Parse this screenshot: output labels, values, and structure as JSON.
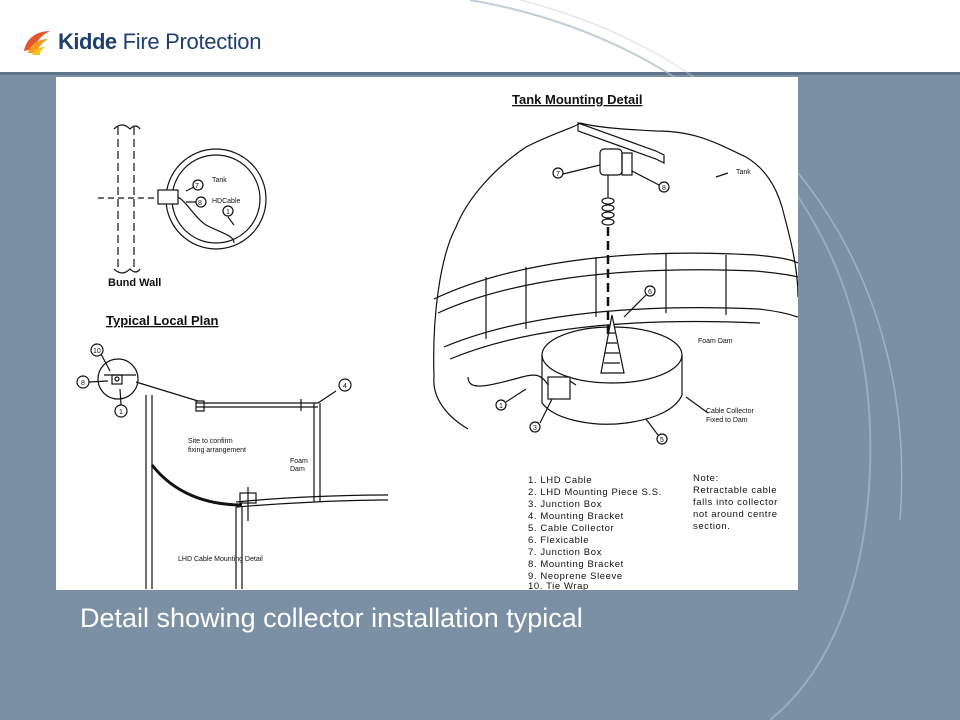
{
  "header": {
    "logo_brand": "Kidde",
    "logo_rest": "Fire Protection"
  },
  "diagram": {
    "tank_mounting_title": "Tank Mounting Detail",
    "typical_local_plan_title": "Typical Local Plan",
    "bund_wall_label": "Bund Wall",
    "tank_label_plan": "Tank",
    "hdcable_label": "HDCable",
    "tank_label_detail": "Tank",
    "foam_dam_label_detail": "Foam Dam",
    "cable_collector_label_1": "Cable Collector",
    "cable_collector_label_2": "Fixed to Dam",
    "site_confirm_1": "Site to confirm",
    "site_confirm_2": "fixing arrangement",
    "foam_dam_label_plan_1": "Foam",
    "foam_dam_label_plan_2": "Dam",
    "lhd_mounting_detail_label": "LHD Cable Mounting Detail",
    "legend": [
      "1.  LHD Cable",
      "2.  LHD Mounting Piece S.S.",
      "3.  Junction Box",
      "4.  Mounting Bracket",
      "5.  Cable Collector",
      "6.  Flexicable",
      "7.  Junction Box",
      "8.  Mounting Bracket",
      "9.  Neoprene Sleeve",
      "10. Tie Wrap"
    ],
    "note_lines": [
      "Note:",
      "Retractable cable",
      "falls into collector",
      "not around centre",
      "section."
    ],
    "callouts": {
      "plan_7": "7",
      "plan_8": "8",
      "plan_1": "1",
      "detail_7": "7",
      "detail_8": "8",
      "detail_6": "6",
      "detail_1": "1",
      "detail_3": "3",
      "detail_5": "5",
      "local_10": "10",
      "local_8": "8",
      "local_1": "1",
      "local_4": "4"
    }
  },
  "caption": "Detail showing collector installation typical"
}
